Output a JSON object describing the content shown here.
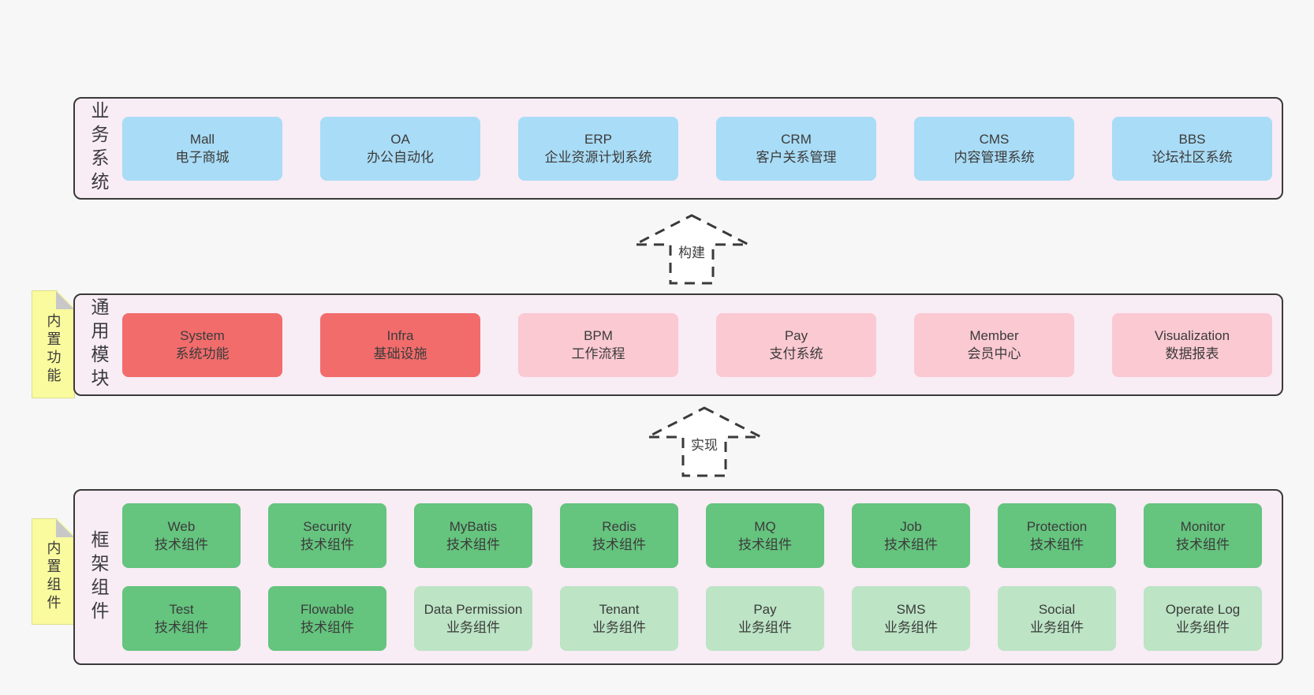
{
  "colors": {
    "page_bg": "#f7f7f7",
    "band_bg": "#f8ecf5",
    "band_border": "#3a3a3a",
    "text": "#3b3b3b",
    "blue": "#a9dcf6",
    "red": "#f26c6c",
    "pink": "#fbc9d2",
    "green_dark": "#65c47e",
    "green_light": "#bce4c5",
    "note_yellow": "#fafa9e",
    "note_fold": "#c8c8c8"
  },
  "bands": [
    {
      "label": "业务系统",
      "rows": [
        [
          {
            "name": "Mall",
            "desc": "电子商城",
            "variant": "blue"
          },
          {
            "name": "OA",
            "desc": "办公自动化",
            "variant": "blue"
          },
          {
            "name": "ERP",
            "desc": "企业资源计划系统",
            "variant": "blue"
          },
          {
            "name": "CRM",
            "desc": "客户关系管理",
            "variant": "blue"
          },
          {
            "name": "CMS",
            "desc": "内容管理系统",
            "variant": "blue"
          },
          {
            "name": "BBS",
            "desc": "论坛社区系统",
            "variant": "blue"
          }
        ]
      ]
    },
    {
      "label": "通用模块",
      "rows": [
        [
          {
            "name": "System",
            "desc": "系统功能",
            "variant": "red"
          },
          {
            "name": "Infra",
            "desc": "基础设施",
            "variant": "red"
          },
          {
            "name": "BPM",
            "desc": "工作流程",
            "variant": "pink"
          },
          {
            "name": "Pay",
            "desc": "支付系统",
            "variant": "pink"
          },
          {
            "name": "Member",
            "desc": "会员中心",
            "variant": "pink"
          },
          {
            "name": "Visualization",
            "desc": "数据报表",
            "variant": "pink"
          }
        ]
      ]
    },
    {
      "label": "框架组件",
      "rows": [
        [
          {
            "name": "Web",
            "desc": "技术组件",
            "variant": "green-dark"
          },
          {
            "name": "Security",
            "desc": "技术组件",
            "variant": "green-dark"
          },
          {
            "name": "MyBatis",
            "desc": "技术组件",
            "variant": "green-dark"
          },
          {
            "name": "Redis",
            "desc": "技术组件",
            "variant": "green-dark"
          },
          {
            "name": "MQ",
            "desc": "技术组件",
            "variant": "green-dark"
          },
          {
            "name": "Job",
            "desc": "技术组件",
            "variant": "green-dark"
          },
          {
            "name": "Protection",
            "desc": "技术组件",
            "variant": "green-dark"
          },
          {
            "name": "Monitor",
            "desc": "技术组件",
            "variant": "green-dark"
          }
        ],
        [
          {
            "name": "Test",
            "desc": "技术组件",
            "variant": "green-dark"
          },
          {
            "name": "Flowable",
            "desc": "技术组件",
            "variant": "green-dark"
          },
          {
            "name": "Data Permission",
            "desc": "业务组件",
            "variant": "green-light"
          },
          {
            "name": "Tenant",
            "desc": "业务组件",
            "variant": "green-light"
          },
          {
            "name": "Pay",
            "desc": "业务组件",
            "variant": "green-light"
          },
          {
            "name": "SMS",
            "desc": "业务组件",
            "variant": "green-light"
          },
          {
            "name": "Social",
            "desc": "业务组件",
            "variant": "green-light"
          },
          {
            "name": "Operate Log",
            "desc": "业务组件",
            "variant": "green-light"
          }
        ]
      ]
    }
  ],
  "notes": [
    {
      "text": "内置功能"
    },
    {
      "text": "内置组件"
    }
  ],
  "arrows": [
    {
      "label": "构建"
    },
    {
      "label": "实现"
    }
  ]
}
